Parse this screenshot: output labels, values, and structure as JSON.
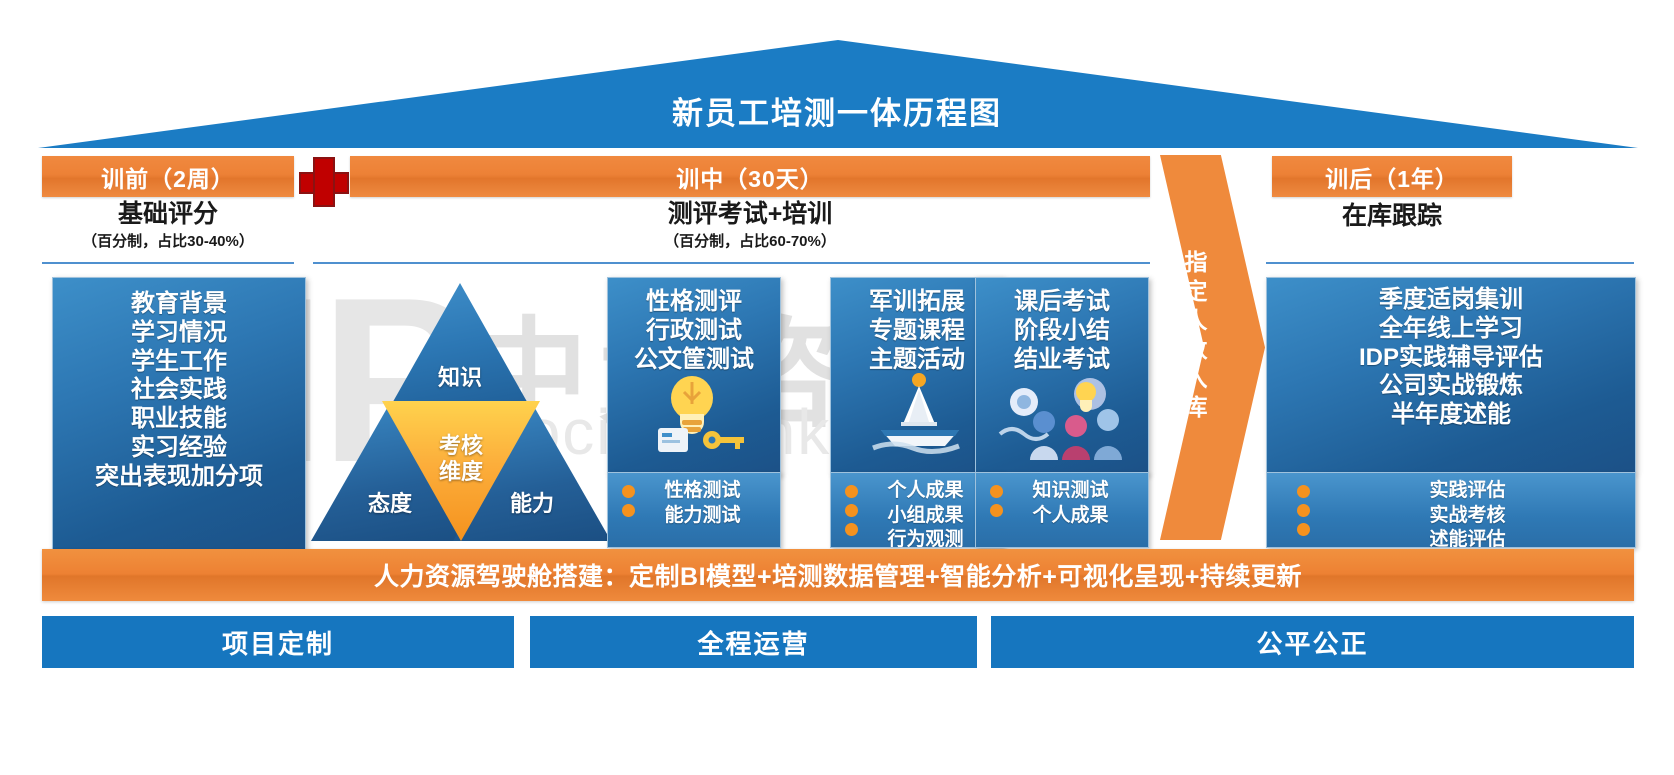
{
  "header": {
    "title": "新员工培测一体历程图"
  },
  "plus_icon": "plus-icon",
  "phases": [
    {
      "id": "pre",
      "bar_label": "训前（2周）",
      "subtitle": "基础评分",
      "note": "（百分制，占比30-40%）"
    },
    {
      "id": "during",
      "bar_label": "训中（30天）",
      "subtitle": "测评考试+培训",
      "note": "（百分制，占比60-70%）"
    },
    {
      "id": "post",
      "bar_label": "训后（1年）",
      "subtitle": "在库跟踪",
      "note": ""
    }
  ],
  "pre_panel": {
    "lines": [
      "教育背景",
      "学习情况",
      "学生工作",
      "社会实践",
      "职业技能",
      "实习经验",
      "突出表现加分项"
    ]
  },
  "triangle": {
    "top": "知识",
    "center_line1": "考核",
    "center_line2": "维度",
    "bottom_left": "态度",
    "bottom_right": "能力"
  },
  "during_panels": [
    {
      "id": "assessment",
      "lines": [
        "性格测评",
        "行政测试",
        "公文筐测试"
      ],
      "icon": "lightbulb-key-icon",
      "sub_items": [
        "性格测试",
        "能力测试"
      ]
    },
    {
      "id": "training",
      "lines": [
        "军训拓展",
        "专题课程",
        "主题活动"
      ],
      "icon": "sailboat-icon",
      "sub_items": [
        "个人成果",
        "小组成果",
        "行为观测"
      ]
    },
    {
      "id": "exam",
      "lines": [
        "课后考试",
        "阶段小结",
        "结业考试"
      ],
      "icon": "team-idea-icon",
      "sub_items": [
        "知识测试",
        "个人成果"
      ]
    }
  ],
  "arrow": {
    "label_chars": [
      "指",
      "定",
      "人",
      "数",
      "入",
      "库"
    ],
    "label": "指定人数入库"
  },
  "post_panel": {
    "lines": [
      "季度适岗集训",
      "全年线上学习",
      "IDP实践辅导评估",
      "公司实战锻炼",
      "半年度述能"
    ],
    "sub_items": [
      "实践评估",
      "实战考核",
      "述能评估"
    ]
  },
  "footer_bar": {
    "text": "人力资源驾驶舱搭建：定制BI模型+培测数据管理+智能分析+可视化呈现+持续更新"
  },
  "bottom_bars": [
    "项目定制",
    "全程运营",
    "公平公正"
  ],
  "watermark": {
    "mark": "VIP",
    "cn": "中大咨询库",
    "en": "Social think Tank"
  },
  "colors": {
    "orange": "#ef8a3c",
    "blue": "#1676bf",
    "panel_blue": "#2d77b3",
    "bullet_orange": "#f5921e",
    "cross_red": "#c00000",
    "roof_blue": "#1b7cc4"
  }
}
